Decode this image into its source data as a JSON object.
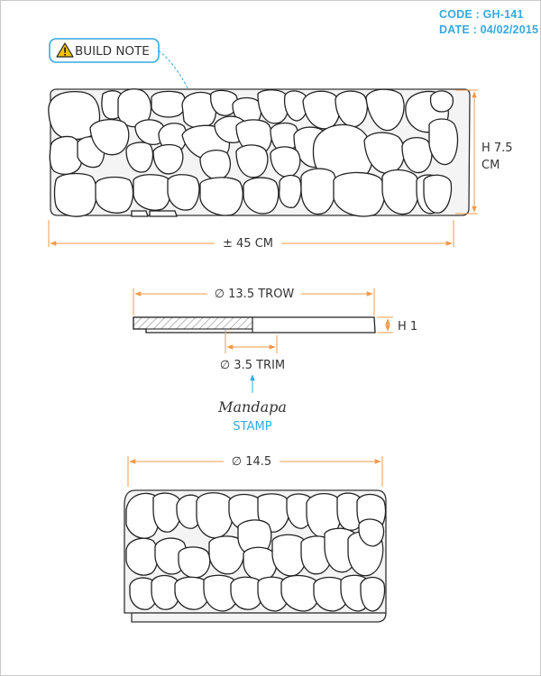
{
  "header": {
    "code": "CODE : GH-141",
    "date": "DATE : 04/02/2015"
  },
  "build_note": {
    "label": "BUILD NOTE",
    "icon": "warning-icon"
  },
  "panel_dimensions": {
    "height": "H 7.5",
    "height_unit": "CM",
    "width": "± 45 CM"
  },
  "trowel": {
    "diameter": "∅ 13.5 TROW",
    "height": "H 1",
    "trim": "∅ 3.5 TRIM"
  },
  "stamp": {
    "logo": "Mandapa",
    "label": "STAMP"
  },
  "round_panel": {
    "diameter": "∅ 14.5"
  },
  "colors": {
    "accent": "#36a9e1",
    "dimension": "#f39a4a",
    "stroke": "#222222",
    "hatch": "#888888"
  }
}
